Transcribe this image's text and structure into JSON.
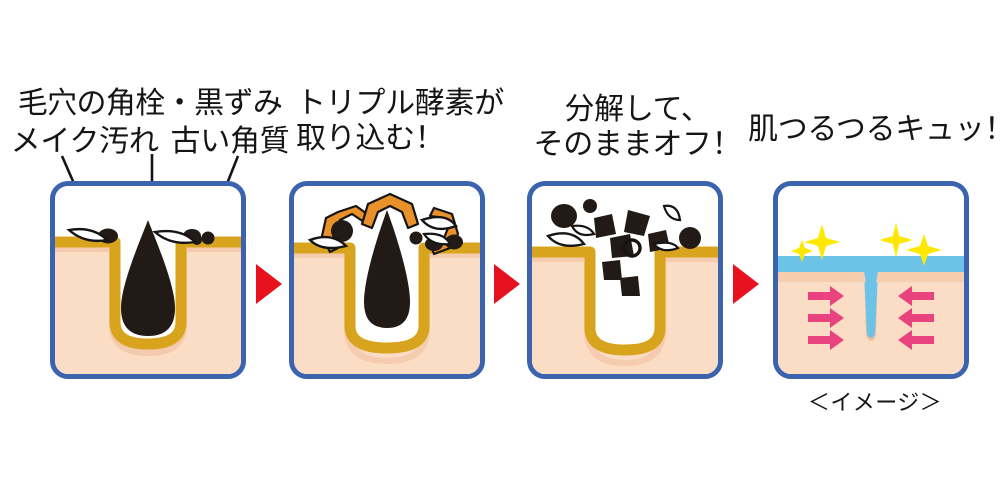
{
  "figure": {
    "title_note": "＜イメージ＞",
    "steps": [
      {
        "id": "step-1",
        "caption_line1": "毛穴の角栓・黒ずみ",
        "caption_left": "メイク汚れ",
        "caption_right": "古い角質",
        "alt": "毛穴に角栓と黒ずみが詰まった肌の断面"
      },
      {
        "id": "step-2",
        "caption_line1": "トリプル酵素が",
        "caption_line2": "取り込む！",
        "alt": "トリプル酵素が汚れを取り込む"
      },
      {
        "id": "step-3",
        "caption_line1": "分解して、",
        "caption_line2": "そのままオフ！",
        "alt": "汚れが分解されて浮き上がる"
      },
      {
        "id": "step-4",
        "caption_line1": "肌つるつるキュッ！",
        "alt": "毛穴が引き締まったつるつるの肌"
      }
    ],
    "colors": {
      "panel_border": "#3b63ae",
      "skin": "#fbdcc4",
      "skin_shadow": "#f2c4a4",
      "surface_gold": "#d9a41d",
      "plug_dark": "#221a16",
      "enzyme_orange": "#e8912a",
      "sparkle_yellow": "#ffe800",
      "moisture_blue": "#6bc3e8",
      "tighten_pink": "#e8437f",
      "separator_red": "#e8121f",
      "text": "#151515"
    },
    "separator_icon": "triangle-right-icon"
  }
}
